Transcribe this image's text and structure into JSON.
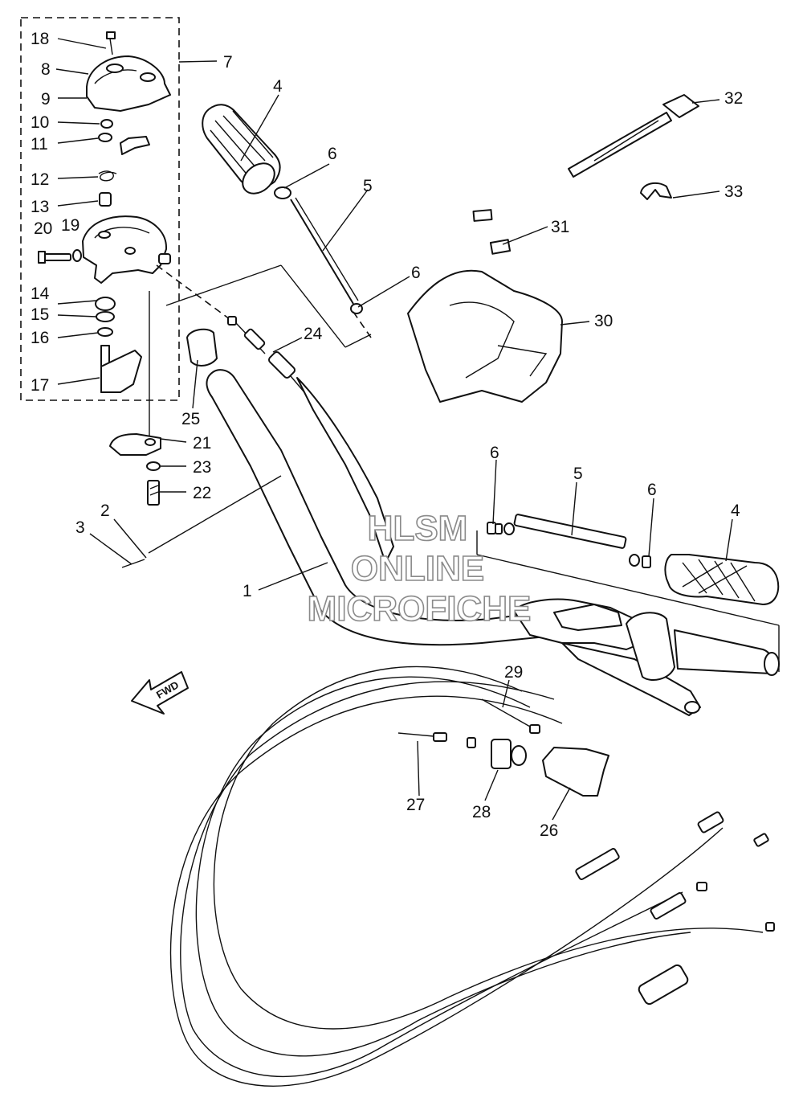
{
  "callouts": [
    {
      "id": "c18",
      "text": "18"
    },
    {
      "id": "c8",
      "text": "8"
    },
    {
      "id": "c9",
      "text": "9"
    },
    {
      "id": "c10",
      "text": "10"
    },
    {
      "id": "c11",
      "text": "11"
    },
    {
      "id": "c12",
      "text": "12"
    },
    {
      "id": "c13",
      "text": "13"
    },
    {
      "id": "c20",
      "text": "20"
    },
    {
      "id": "c19",
      "text": "19"
    },
    {
      "id": "c14",
      "text": "14"
    },
    {
      "id": "c15",
      "text": "15"
    },
    {
      "id": "c16",
      "text": "16"
    },
    {
      "id": "c17",
      "text": "17"
    },
    {
      "id": "c7",
      "text": "7"
    },
    {
      "id": "c4a",
      "text": "4"
    },
    {
      "id": "c6a",
      "text": "6"
    },
    {
      "id": "c5a",
      "text": "5"
    },
    {
      "id": "c6b",
      "text": "6"
    },
    {
      "id": "c24",
      "text": "24"
    },
    {
      "id": "c25",
      "text": "25"
    },
    {
      "id": "c21",
      "text": "21"
    },
    {
      "id": "c23",
      "text": "23"
    },
    {
      "id": "c22",
      "text": "22"
    },
    {
      "id": "c2",
      "text": "2"
    },
    {
      "id": "c3",
      "text": "3"
    },
    {
      "id": "c1",
      "text": "1"
    },
    {
      "id": "c32",
      "text": "32"
    },
    {
      "id": "c33",
      "text": "33"
    },
    {
      "id": "c31",
      "text": "31"
    },
    {
      "id": "c30",
      "text": "30"
    },
    {
      "id": "c6c",
      "text": "6"
    },
    {
      "id": "c5b",
      "text": "5"
    },
    {
      "id": "c6d",
      "text": "6"
    },
    {
      "id": "c4b",
      "text": "4"
    },
    {
      "id": "c29",
      "text": "29"
    },
    {
      "id": "c27",
      "text": "27"
    },
    {
      "id": "c28",
      "text": "28"
    },
    {
      "id": "c26",
      "text": "26"
    }
  ],
  "fwd_label": "FWD",
  "watermark": {
    "line1": "HLSM",
    "line2": "ONLINE",
    "line3": "MICROFICHE"
  }
}
